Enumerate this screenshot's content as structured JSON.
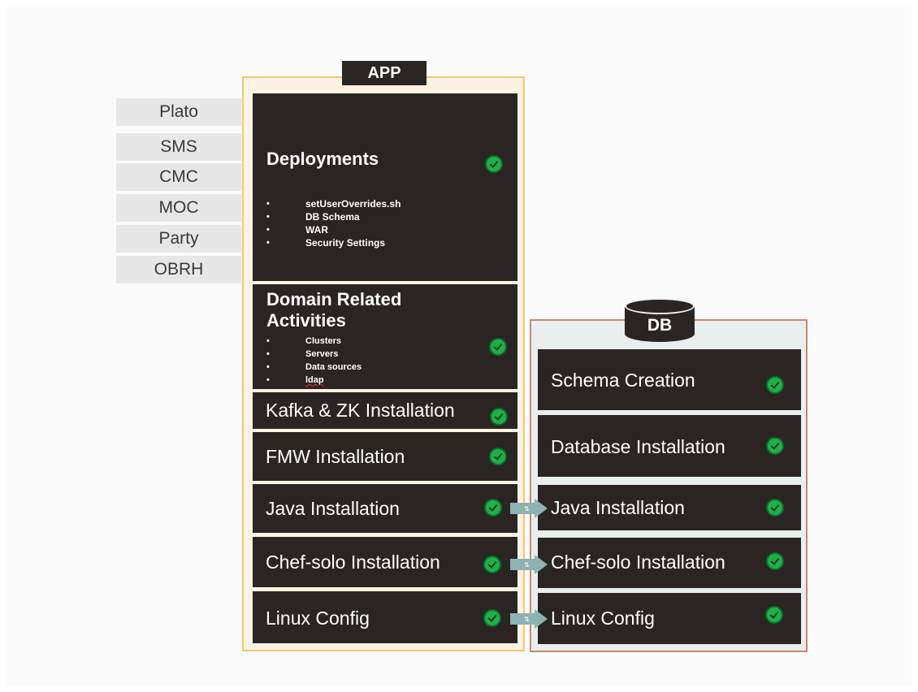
{
  "app_list": [
    "Plato",
    "SMS",
    "CMC",
    "MOC",
    "Party",
    "OBRH"
  ],
  "app": {
    "title": "APP",
    "deployments": {
      "title": "Deployments",
      "items": [
        "setUserOverrides.sh",
        "DB Schema",
        "WAR",
        "Security Settings"
      ],
      "status_icon": "check-circle-icon"
    },
    "domain": {
      "title_line1": "Domain Related",
      "title_line2": "Activities",
      "items": [
        "Clusters",
        "Servers",
        "Data sources",
        "ldap"
      ],
      "status_icon": "check-circle-icon"
    },
    "steps": [
      {
        "label": "Kafka & ZK Installation",
        "status_icon": "check-circle-icon"
      },
      {
        "label": "FMW Installation",
        "status_icon": "check-circle-icon"
      },
      {
        "label": "Java Installation",
        "status_icon": "check-circle-icon"
      },
      {
        "label": "Chef-solo Installation",
        "status_icon": "check-circle-icon"
      },
      {
        "label": "Linux Config",
        "status_icon": "check-circle-icon"
      }
    ]
  },
  "db": {
    "title": "DB",
    "steps": [
      {
        "label": "Schema Creation",
        "status_icon": "check-circle-icon"
      },
      {
        "label": "Database Installation",
        "status_icon": "check-circle-icon"
      },
      {
        "label": "Java Installation",
        "status_icon": "check-circle-icon"
      },
      {
        "label": "Chef-solo Installation",
        "status_icon": "check-circle-icon"
      },
      {
        "label": "Linux Config",
        "status_icon": "check-circle-icon"
      }
    ]
  },
  "connectors": [
    {
      "from": "Java Installation",
      "to": "Java Installation",
      "icon": "right-arrow-icon"
    },
    {
      "from": "Chef-solo Installation",
      "to": "Chef-solo Installation",
      "icon": "right-arrow-icon"
    },
    {
      "from": "Linux Config",
      "to": "Linux Config",
      "icon": "right-arrow-icon"
    }
  ],
  "colors": {
    "block_bg": "#2a2522",
    "app_frame_bg": "#fdf3e3",
    "app_frame_border": "#f5c66d",
    "db_frame_bg": "#e9eeee",
    "db_frame_border": "#c8866a",
    "check_green": "#1fb04a",
    "arrow": "#8fb2b2",
    "list_bg": "#e7e7e7"
  }
}
